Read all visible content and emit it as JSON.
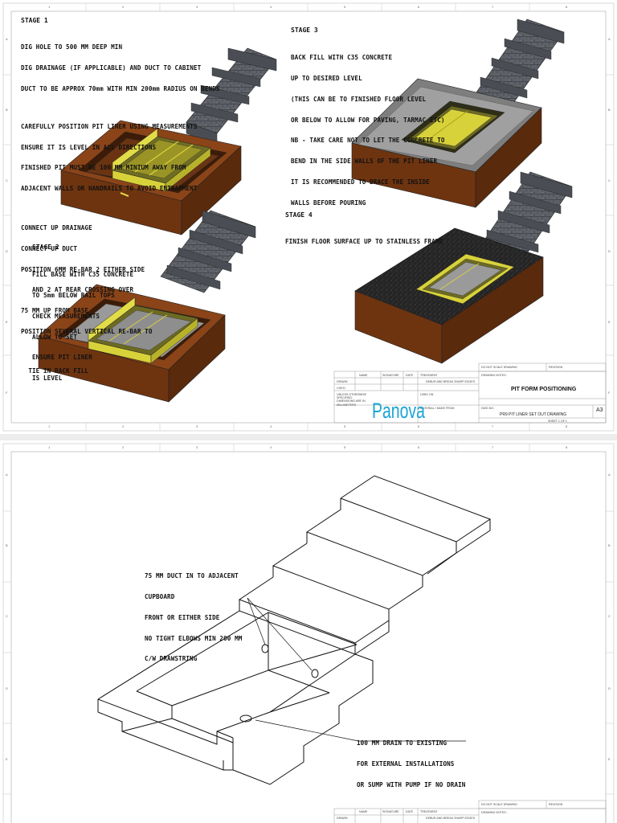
{
  "sheet1": {
    "stages": {
      "stage1": {
        "heading": "STAGE 1",
        "lines": [
          "DIG HOLE TO 500 MM DEEP MIN",
          "DIG DRAINAGE (IF APPLICABLE) AND DUCT TO CABINET",
          "DUCT TO BE APPROX 70mm WITH MIN 200mm RADIUS ON BENDS",
          "",
          "CAREFULLY POSITION PIT LINER USING MEASUREMENTS",
          "ENSURE IT IS LEVEL IN ALL DIRECTIONS",
          "FINISHED PIT MUST BE 100 MM MINIUM AWAY FROM",
          "ADJACENT WALLS OR HANDRAILS TO AVOID ENTRAPMENT",
          "",
          "CONNECT UP DRAINAGE",
          "CONNECT UP DUCT",
          "POSITION 6MM RE-BAR 2 EITHER SIDE",
          "   AND 2 AT REAR CROSSING OVER",
          "75 MM UP FROM BASE",
          "POSITION SEVERAL VERTICAL RE-BAR TO",
          "",
          "  TIE IN BACK FILL"
        ]
      },
      "stage2": {
        "heading": "STAGE 2",
        "lines": [
          "FILL BASE WITH C35 CONCRETE",
          "TO 5mm BELOW RAIL TOPS",
          "CHECK MEASUREMENTS",
          "ALLOW TO SET",
          "ENSURE PIT LINER",
          "IS LEVEL"
        ]
      },
      "stage3": {
        "heading": "STAGE 3",
        "lines": [
          "BACK FILL WITH C35 CONCRETE",
          "UP TO DESIRED LEVEL",
          "(THIS CAN BE TO FINISHED FLOOR LEVEL",
          "OR BELOW TO ALLOW FOR PAVING, TARMAC ETC)",
          "NB - TAKE CARE NOT TO LET THE CONCRETE TO",
          "BEND IN THE SIDE WALLS OF THE PIT LINER",
          "IT IS RECOMMENDED TO BRACE THE INSIDE",
          "WALLS BEFORE POURING"
        ]
      },
      "stage4": {
        "heading": "STAGE 4",
        "lines": [
          "FINISH FLOOR SURFACE UP TO STAINLESS FRAME"
        ]
      }
    },
    "title_block": {
      "do_not_scale": "DO NOT SCALE DRAWING",
      "revision": "REVISION",
      "drawing_notes": "DRAWING NOTES :",
      "title": "PIT FORM POSITIONING",
      "col_name": "NAME",
      "col_signature": "SIGNATURE",
      "col_date": "DATE",
      "col_treatment": "TREATMENT",
      "drawn": "DRAWN",
      "chkd": "CHK'D",
      "deburr": "DEBUR AND BREAK SHARP EDGES",
      "used_on": "USED ON",
      "unless": "UNLESS OTHERWISE\nSPECIFIED:\nDIMENSIONS ARE IN\nMILLIMETERS",
      "material": "MATERIAL / MADE FROM",
      "logo": "Panova",
      "dwg_no_label": "DWG NO.",
      "dwg_no": "PR9 PIT LINER SET OUT DRAWING",
      "size": "A3",
      "sheet": "SHEET 1 OF 1"
    }
  },
  "sheet2": {
    "notes": {
      "duct": [
        "75 MM DUCT IN TO ADJACENT",
        "CUPBOARD",
        "FRONT OR EITHER SIDE",
        "NO TIGHT ELBOWS MIN 200 MM",
        "C/W DRAWSTRING"
      ],
      "drain": [
        "100 MM DRAIN TO EXISTING",
        "FOR EXTERNAL INSTALLATIONS",
        "OR SUMP WITH PUMP IF NO DRAIN"
      ]
    },
    "title_block": {
      "do_not_scale": "DO NOT SCALE DRAWING",
      "revision": "REVISION",
      "drawing_notes": "DRAWING NOTES :",
      "col_name": "NAME",
      "col_signature": "SIGNATURE",
      "col_date": "DATE",
      "col_treatment": "TREATMENT",
      "drawn": "DRAWN",
      "deburr": "DEBUR AND BREAK SHARP EDGES"
    }
  },
  "grid": {
    "columns": [
      "1",
      "2",
      "3",
      "4",
      "5",
      "6",
      "7",
      "8"
    ],
    "rows": [
      "A",
      "B",
      "C",
      "D",
      "E",
      "F"
    ]
  },
  "colors": {
    "soil": "#7a3a14",
    "soil_dark": "#5a2a0c",
    "liner": "#d8d23a",
    "liner_dark": "#a8a21c",
    "concrete": "#9a9a9a",
    "tarmac": "#2a2a2a",
    "stone": "#5c6066",
    "logo": "#1aa3d6"
  }
}
